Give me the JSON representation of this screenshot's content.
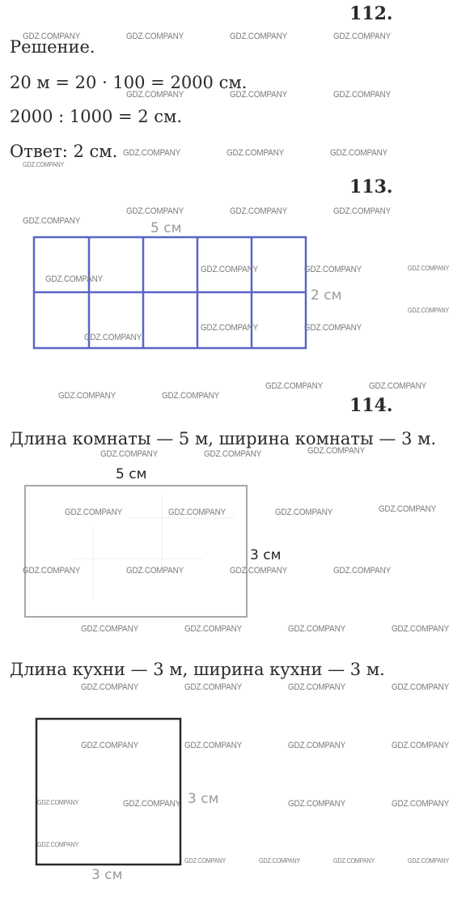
{
  "watermark": "GDZ.COMPANY",
  "task112": {
    "number": "112.",
    "heading": "Решение.",
    "line1": "20 м = 20 · 100 = 2000 см.",
    "line2": "2000 : 1000 = 2 см.",
    "answer": "Ответ: 2 см."
  },
  "task113": {
    "number": "113.",
    "top_label": "5 см",
    "side_label": "2 см",
    "grid_color": "#5a64c6"
  },
  "task114": {
    "number": "114.",
    "room_text": "Длина комнаты — 5 м, ширина комнаты — 3 м.",
    "room_top_label": "5 см",
    "room_side_label": "3 см",
    "kitchen_text": "Длина кухни — 3 м, ширина кухни — 3 м.",
    "kitchen_side_label": "3 см",
    "kitchen_bottom_label": "3 см"
  }
}
